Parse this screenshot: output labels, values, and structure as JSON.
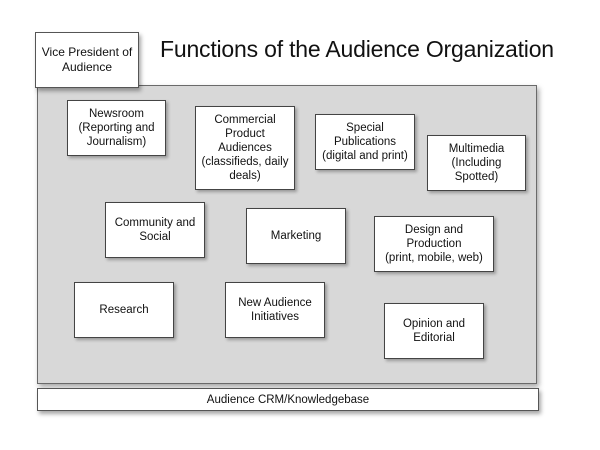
{
  "diagram": {
    "vp_box": "Vice President of\nAudience",
    "title": "Functions of the Audience Organization",
    "functions": [
      "Newsroom\n(Reporting and\nJournalism)",
      "Commercial\nProduct\nAudiences\n(classifieds, daily\ndeals)",
      "Special\nPublications\n(digital and print)",
      "Multimedia\n(Including\nSpotted)",
      "Community and\nSocial",
      "Marketing",
      "Design and\nProduction\n(print, mobile, web)",
      "Research",
      "New Audience\nInitiatives",
      "Opinion and\nEditorial"
    ],
    "footer_bar": "Audience CRM/Knowledgebase"
  }
}
